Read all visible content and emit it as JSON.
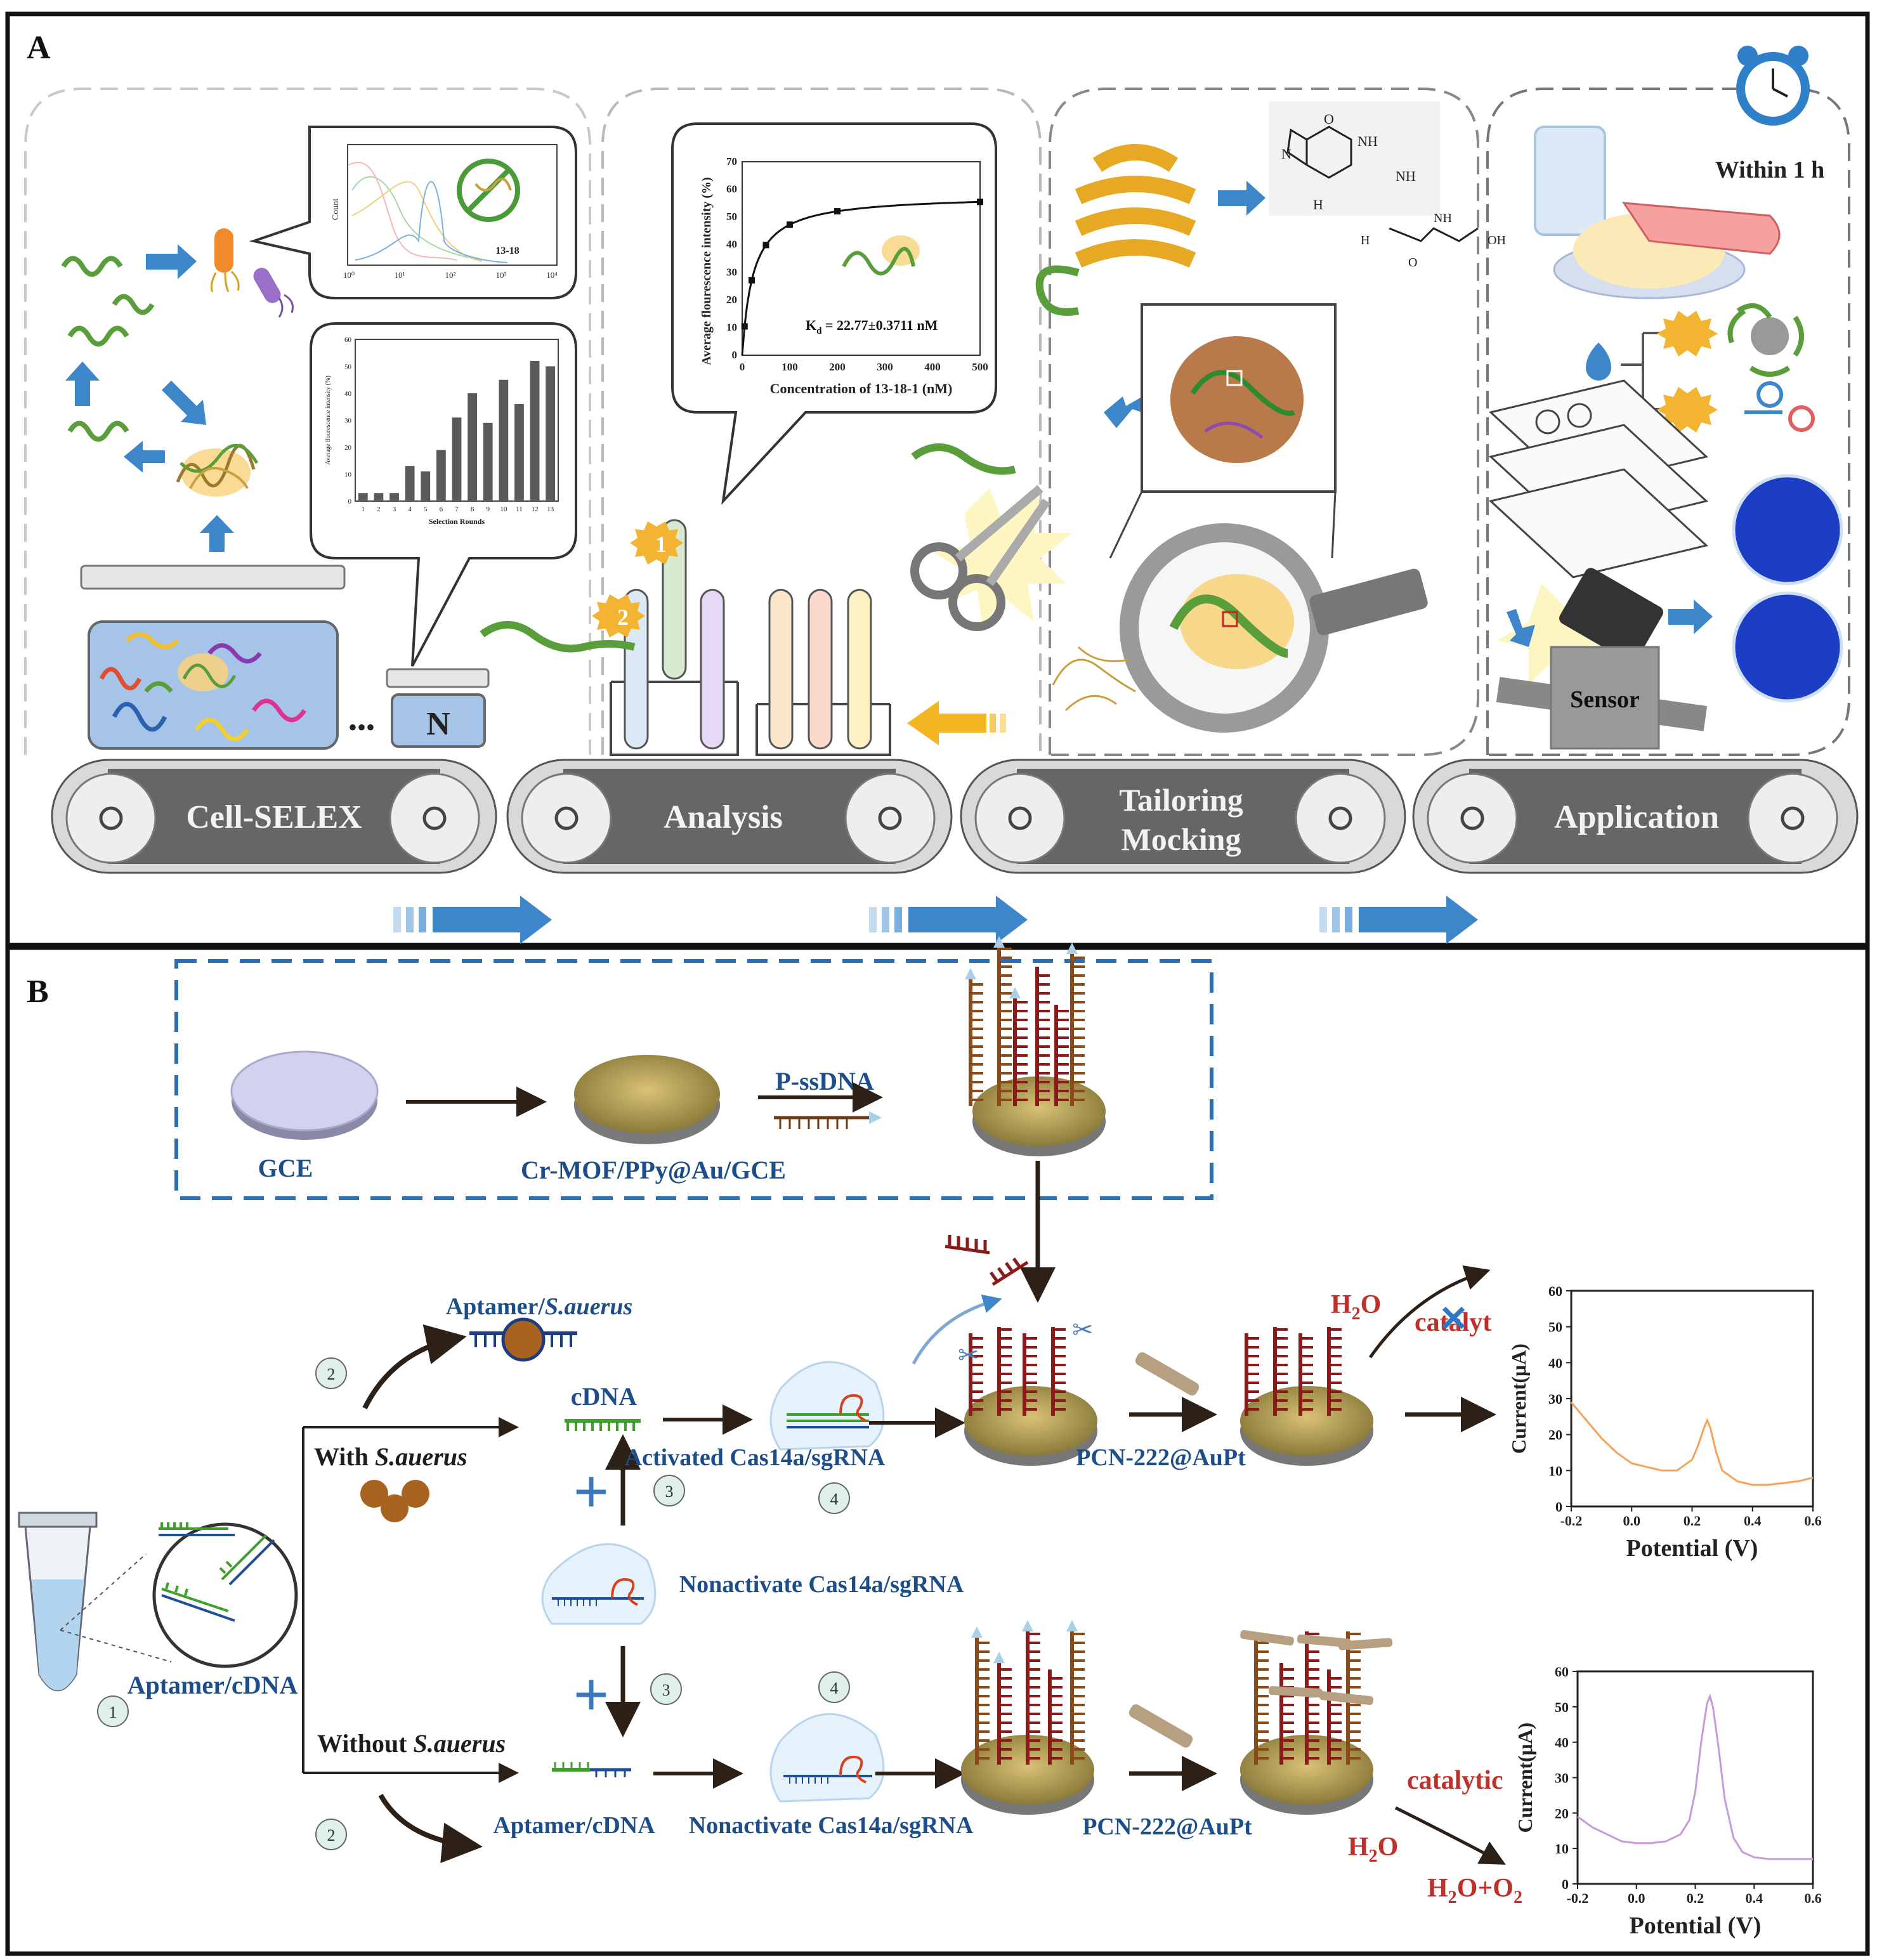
{
  "panel_a": {
    "label": "A",
    "stations": [
      "Cell-SELEX",
      "Analysis",
      "Tailoring\nMocking",
      "Application"
    ],
    "vial_label": "N",
    "ellipsis": "•••",
    "histogram_inset": {
      "ylabel": "Count",
      "xticks": [
        "10⁰",
        "10¹",
        "10²",
        "10³",
        "10⁴"
      ],
      "sample_label": "13-18"
    },
    "rounds_inset": {
      "ylabel": "Average flourescence intensity (%)",
      "xlabel": "Selection Rounds",
      "yticks": [
        "0",
        "10",
        "20",
        "30",
        "40",
        "50",
        "60"
      ],
      "categories": [
        "1",
        "2",
        "3",
        "4",
        "5",
        "6",
        "7",
        "8",
        "9",
        "10",
        "11",
        "12",
        "13"
      ],
      "values": [
        3,
        3,
        3,
        13,
        11,
        19,
        31,
        40,
        29,
        45,
        36,
        52,
        50
      ]
    },
    "binding_curve": {
      "ylabel": "Average flourescence intensity (%)",
      "xlabel": "Concentration of 13-18-1 (nM)",
      "kd_label": "K",
      "kd_sub": "d",
      "kd_value": " = 22.77±0.3711 nM",
      "xticks": [
        "0",
        "100",
        "200",
        "300",
        "400",
        "500"
      ],
      "yticks": [
        "0",
        "10",
        "20",
        "30",
        "40",
        "50",
        "60",
        "70"
      ]
    },
    "step_badges": [
      "1",
      "2"
    ],
    "time_label": "Within 1 h",
    "sensor_label": "Sensor",
    "structure_labels": {
      "nh": "NH",
      "nh2": "NH",
      "n_ring": "N",
      "h": "H",
      "o": "O",
      "glu_h2n": "H",
      "glu_nh2": "NH",
      "glu_oh": "OH",
      "glu_o": "O"
    }
  },
  "panel_b": {
    "label": "B",
    "gce_label": "GCE",
    "mof_label": "Cr-MOF/PPy@Au/GCE",
    "pssdna_label": "P-ssDNA",
    "aptamer_sa_prefix": "Aptamer/",
    "aptamer_sa_italic": "S.auerus",
    "with_prefix": "With ",
    "without_prefix": "Without ",
    "organism": "S.auerus",
    "cdna_label": "cDNA",
    "activated_label": "Activated Cas14a/sgRNA",
    "nonactivate_label": "Nonactivate Cas14a/sgRNA",
    "pcn_label": "PCN-222@AuPt",
    "aptamer_cdna_label": "Aptamer/cDNA",
    "h2o2": "H",
    "h2o2_sub": "2",
    "h2o2_o": "O",
    "catalyt_label": "catalyt",
    "catalytic_label": "catalytic",
    "products_h": "H",
    "products_sub": "2",
    "products_mid": "O+O",
    "step_numbers": [
      "1",
      "2",
      "3",
      "4"
    ],
    "plus": "+"
  },
  "chart_data": [
    {
      "type": "line",
      "xlabel": "Potential (V)",
      "ylabel": "Current(μA)",
      "xlim": [
        -0.2,
        0.6
      ],
      "ylim": [
        0,
        60
      ],
      "xticks": [
        "-0.2",
        "0.0",
        "0.2",
        "0.4",
        "0.6"
      ],
      "yticks": [
        "0",
        "10",
        "20",
        "30",
        "40",
        "50",
        "60"
      ],
      "color": "#f5a25a",
      "x": [
        -0.2,
        -0.15,
        -0.1,
        -0.05,
        0.0,
        0.05,
        0.1,
        0.15,
        0.2,
        0.22,
        0.24,
        0.25,
        0.26,
        0.28,
        0.3,
        0.35,
        0.4,
        0.45,
        0.5,
        0.55,
        0.6
      ],
      "values": [
        29,
        24,
        19,
        15,
        12,
        11,
        10,
        10,
        13,
        17,
        22,
        24,
        22,
        15,
        10,
        7,
        6,
        6,
        6.5,
        7,
        8
      ]
    },
    {
      "type": "line",
      "xlabel": "Potential (V)",
      "ylabel": "Current(μA)",
      "xlim": [
        -0.2,
        0.6
      ],
      "ylim": [
        0,
        60
      ],
      "xticks": [
        "-0.2",
        "0.0",
        "0.2",
        "0.4",
        "0.6"
      ],
      "yticks": [
        "0",
        "10",
        "20",
        "30",
        "40",
        "50",
        "60"
      ],
      "color": "#c79ad9",
      "x": [
        -0.2,
        -0.15,
        -0.1,
        -0.05,
        0.0,
        0.05,
        0.1,
        0.15,
        0.18,
        0.2,
        0.22,
        0.24,
        0.25,
        0.26,
        0.28,
        0.3,
        0.33,
        0.36,
        0.4,
        0.45,
        0.5,
        0.55,
        0.6
      ],
      "values": [
        19,
        16,
        14,
        12,
        11.5,
        11.5,
        12,
        14,
        18,
        26,
        40,
        51,
        53,
        50,
        38,
        24,
        13,
        9,
        7.5,
        7,
        7,
        7,
        7
      ]
    }
  ]
}
